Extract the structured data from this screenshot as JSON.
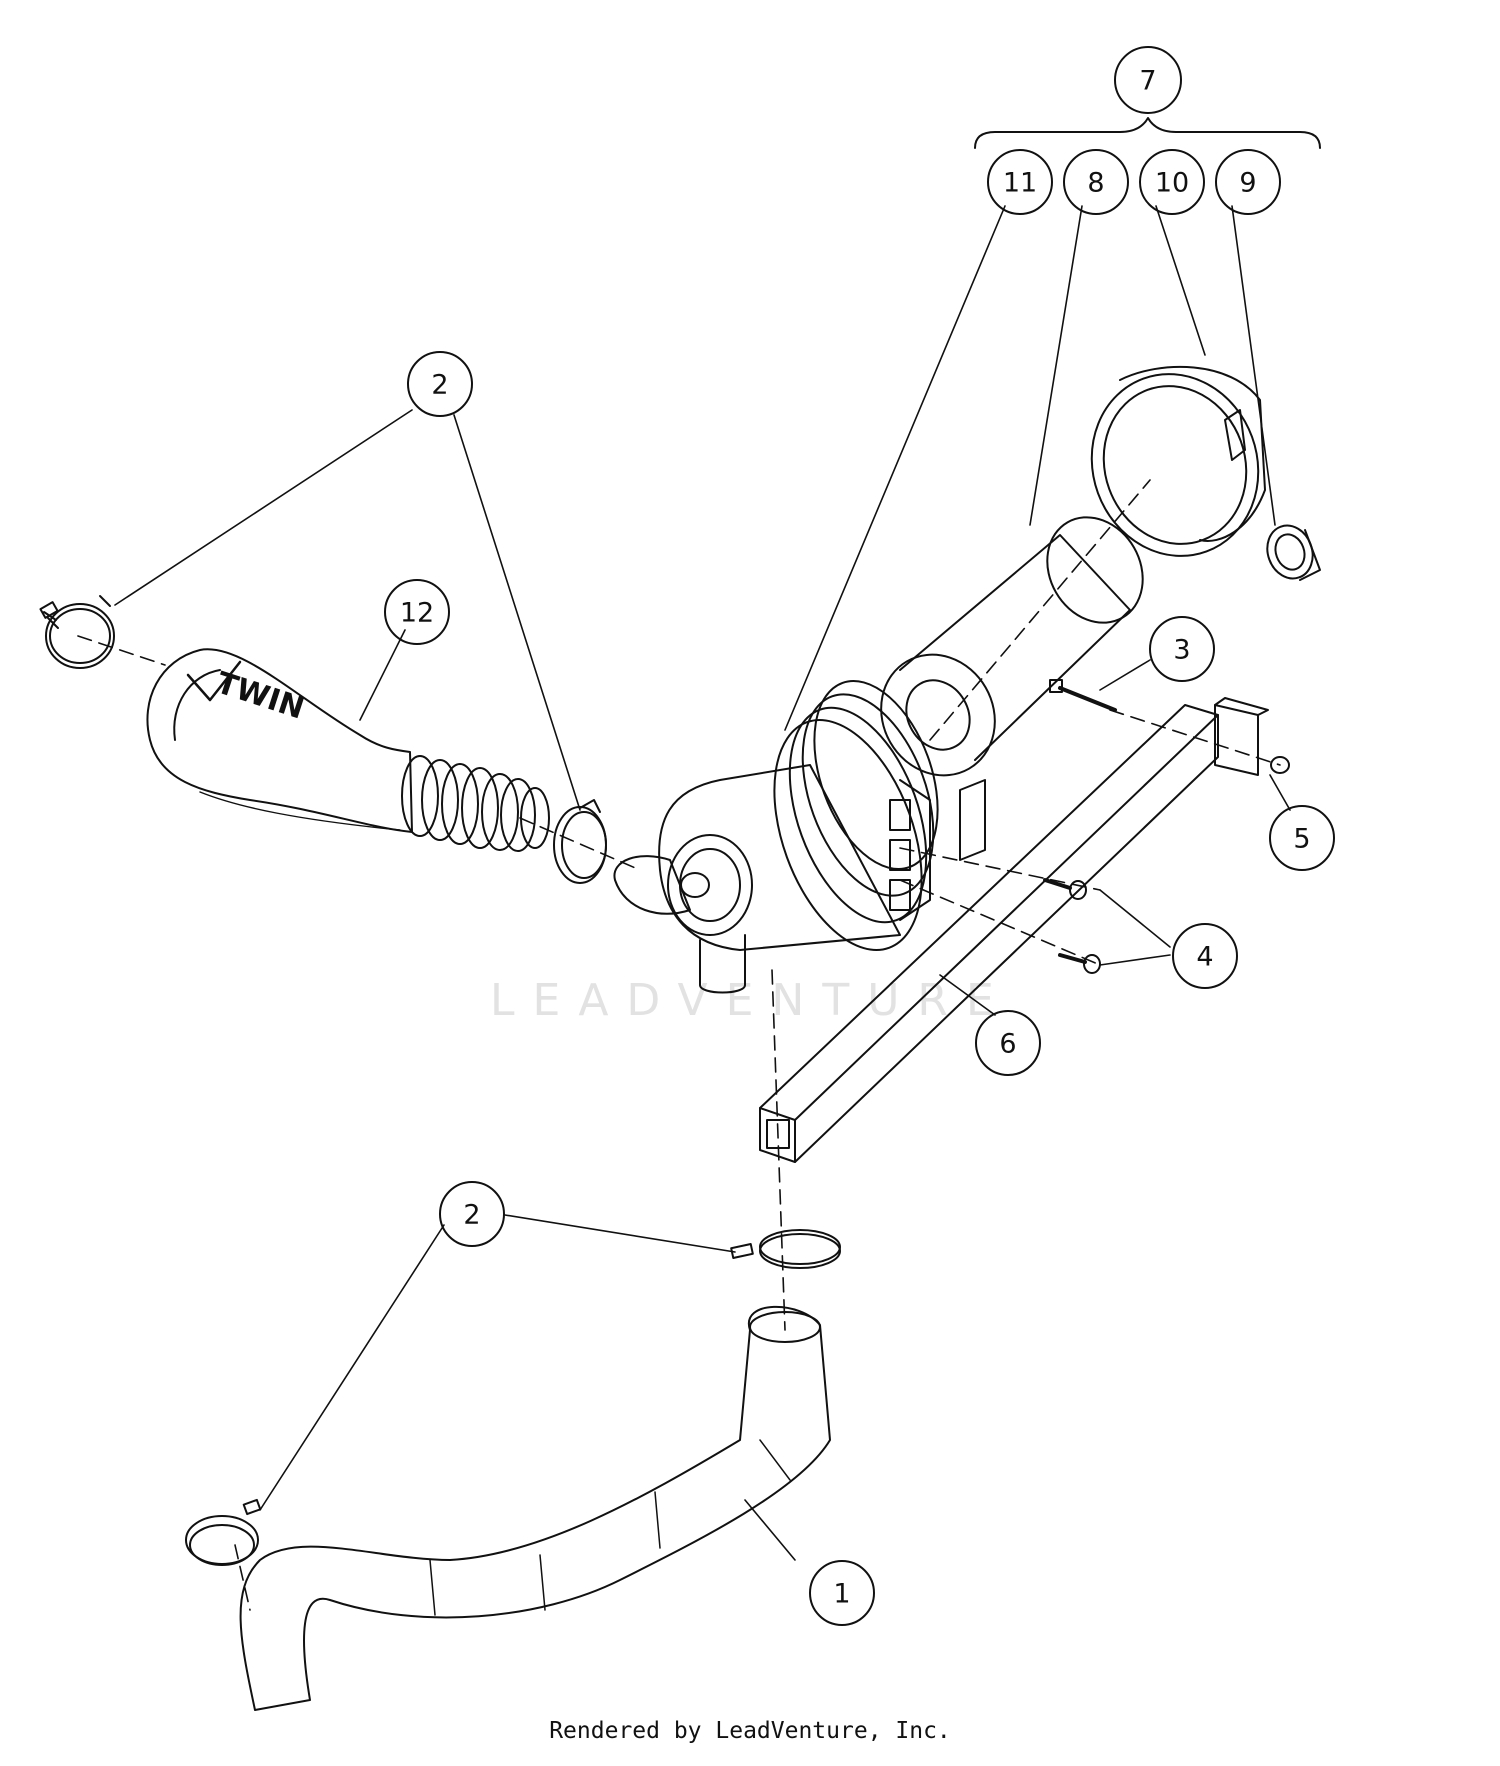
{
  "callouts": [
    {
      "label": "7"
    },
    {
      "label": "11"
    },
    {
      "label": "8"
    },
    {
      "label": "10"
    },
    {
      "label": "9"
    },
    {
      "label": "2"
    },
    {
      "label": "12"
    },
    {
      "label": "3"
    },
    {
      "label": "5"
    },
    {
      "label": "4"
    },
    {
      "label": "6"
    },
    {
      "label": "2"
    },
    {
      "label": "1"
    }
  ],
  "part_text": {
    "twin": "TWIN"
  },
  "watermark": {
    "text": "LEADVENTURE"
  },
  "footer": {
    "credit": "Rendered by LeadVenture, Inc."
  },
  "colors": {
    "ink": "#111111",
    "watermark": "#e2e2e2",
    "background": "#ffffff"
  }
}
